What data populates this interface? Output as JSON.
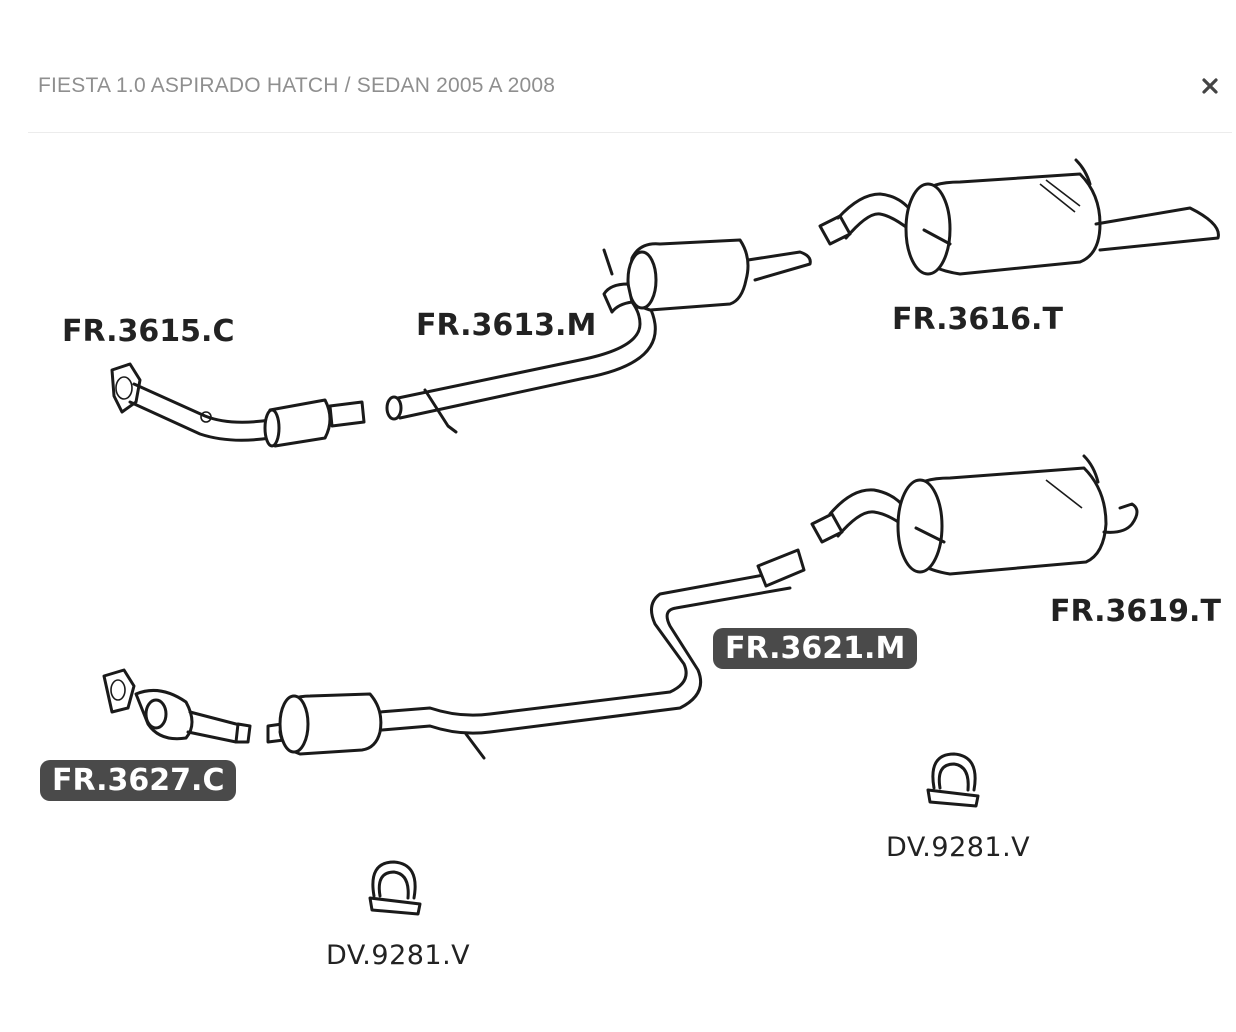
{
  "modal": {
    "title": "FIESTA 1.0 ASPIRADO HATCH / SEDAN 2005 A 2008",
    "close_symbol": "×"
  },
  "parts": {
    "p3615": "FR.3615.C",
    "p3613": "FR.3613.M",
    "p3616": "FR.3616.T",
    "p3619": "FR.3619.T",
    "p3621": "FR.3621.M",
    "p3627": "FR.3627.C"
  },
  "accessories": {
    "clamp_right": "DV.9281.V",
    "clamp_left": "DV.9281.V"
  }
}
